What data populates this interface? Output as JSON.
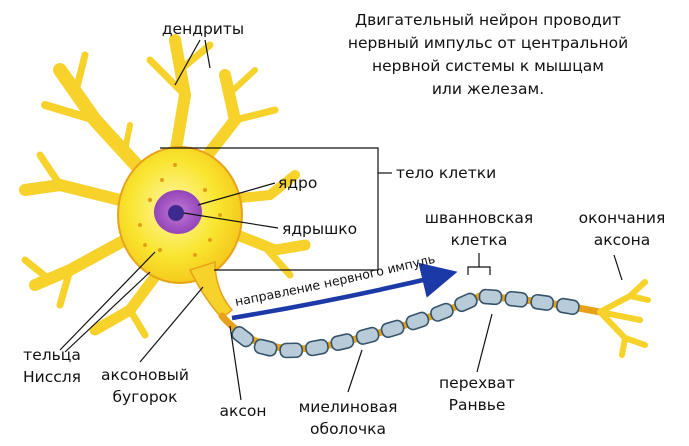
{
  "caption": {
    "line1": "Двигательный нейрон проводит",
    "line2": "нервный импульс от центральной",
    "line3": "нервной системы к мышцам",
    "line4": "или железам."
  },
  "labels": {
    "dendrites": "дендриты",
    "nucleus": "ядро",
    "nucleolus": "ядрышко",
    "cell_body": "тело клетки",
    "schwann_line1": "шванновская",
    "schwann_line2": "клетка",
    "axon_endings_line1": "окончания",
    "axon_endings_line2": "аксона",
    "impulse_direction": "направление нервного импульса",
    "nissl_line1": "тельца",
    "nissl_line2": "Ниссля",
    "axon_hillock_line1": "аксоновый",
    "axon_hillock_line2": "бугорок",
    "axon": "аксон",
    "myelin_line1": "миелиновая",
    "myelin_line2": "оболочка",
    "ranvier_line1": "перехват",
    "ranvier_line2": "Ранвье"
  },
  "colors": {
    "cell_body": "#f9e52e",
    "cell_outline": "#e8a21a",
    "nucleus": "#a04dc0",
    "nucleolus": "#3d2a8c",
    "myelin": "#b7ccd8",
    "myelin_outline": "#37546a",
    "arrow": "#1b3aa8"
  }
}
